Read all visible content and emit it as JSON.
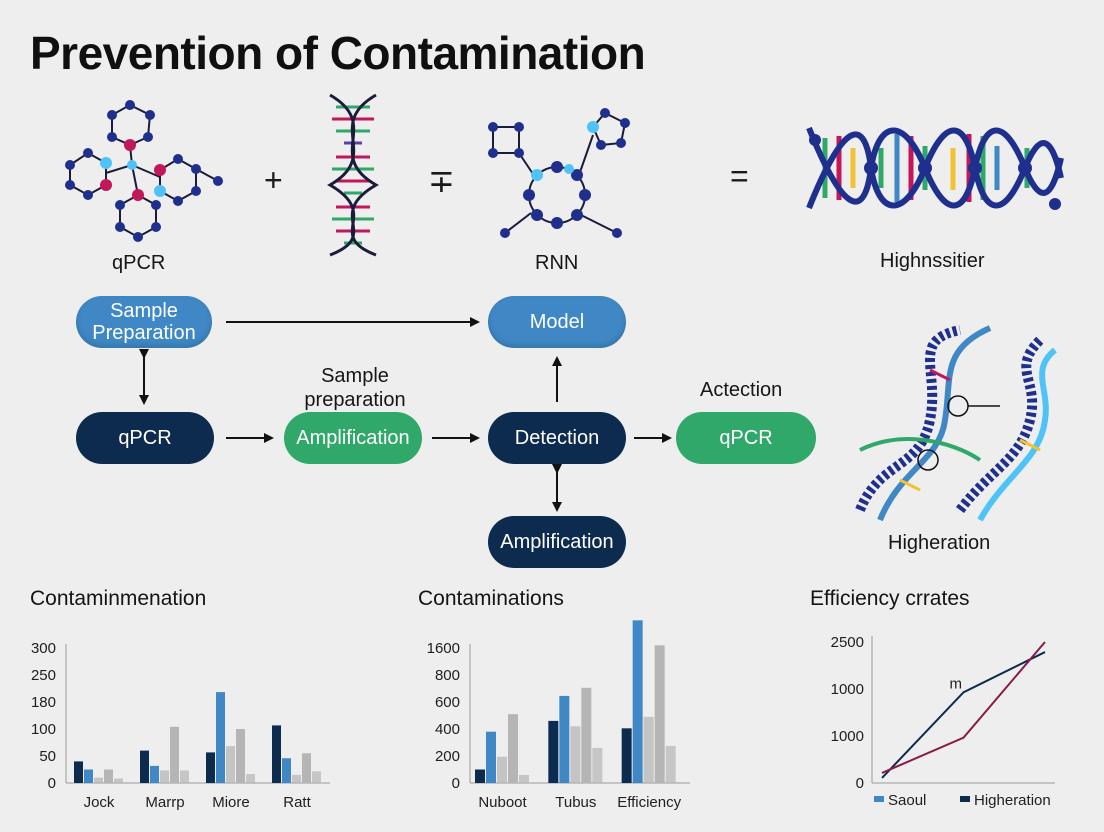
{
  "title": "Prevention of Contamination",
  "equation": {
    "label_qpcr": "qPCR",
    "op_plus": "+",
    "op_mid": "∓",
    "label_rnn": "RNN",
    "op_equals": "=",
    "label_result": "Highnssitier"
  },
  "flow": {
    "sample_prep_top": "Sample Preparation",
    "model": "Model",
    "qpcr_left": "qPCR",
    "sample_prep_caption": "Sample preparation",
    "amplification_mid": "Amplification",
    "detection": "Detection",
    "actection_caption": "Actection",
    "qpcr_right": "qPCR",
    "amplification_bottom": "Amplification",
    "higheration": "Higheration"
  },
  "colors": {
    "navy": "#0d2b4f",
    "blue": "#3f88c5",
    "green": "#2fa86a",
    "light_gray": "#b5b5b5",
    "line_red": "#8b1a46"
  },
  "chart_data": [
    {
      "type": "bar",
      "title": "Contaminmenation",
      "yticks": [
        "0",
        "50",
        "100",
        "180",
        "250",
        "300"
      ],
      "ylim": [
        0,
        300
      ],
      "categories": [
        "Jock",
        "Marrp",
        "Miore",
        "Ratt"
      ],
      "series": [
        {
          "values": [
            48,
            72,
            68,
            128
          ]
        },
        {
          "values": [
            30,
            38,
            202,
            55
          ]
        },
        {
          "values": [
            12,
            28,
            82,
            18
          ]
        },
        {
          "values": [
            30,
            125,
            120,
            66
          ]
        },
        {
          "values": [
            10,
            28,
            20,
            26
          ]
        }
      ]
    },
    {
      "type": "bar",
      "title": "Contaminations",
      "yticks": [
        "0",
        "200",
        "400",
        "600",
        "800",
        "1600"
      ],
      "ylim": [
        0,
        1000
      ],
      "categories": [
        "Nuboot",
        "Tubus",
        "Efficiency"
      ],
      "series": [
        {
          "values": [
            100,
            460,
            405
          ]
        },
        {
          "values": [
            380,
            645,
            1205
          ]
        },
        {
          "values": [
            195,
            420,
            490
          ]
        },
        {
          "values": [
            510,
            705,
            1020
          ]
        },
        {
          "values": [
            60,
            260,
            275
          ]
        }
      ]
    },
    {
      "type": "line",
      "title": "Efficiency crrates",
      "yticks": [
        "0",
        "1000",
        "1000",
        "2500"
      ],
      "annotation": "m",
      "series": [
        {
          "name": "Saoul",
          "x": [
            0,
            1,
            2
          ],
          "y": [
            0.05,
            0.9,
            1.3
          ]
        },
        {
          "name": "Higheration",
          "x": [
            0,
            1,
            2
          ],
          "y": [
            0.1,
            0.45,
            1.4
          ]
        }
      ]
    }
  ]
}
